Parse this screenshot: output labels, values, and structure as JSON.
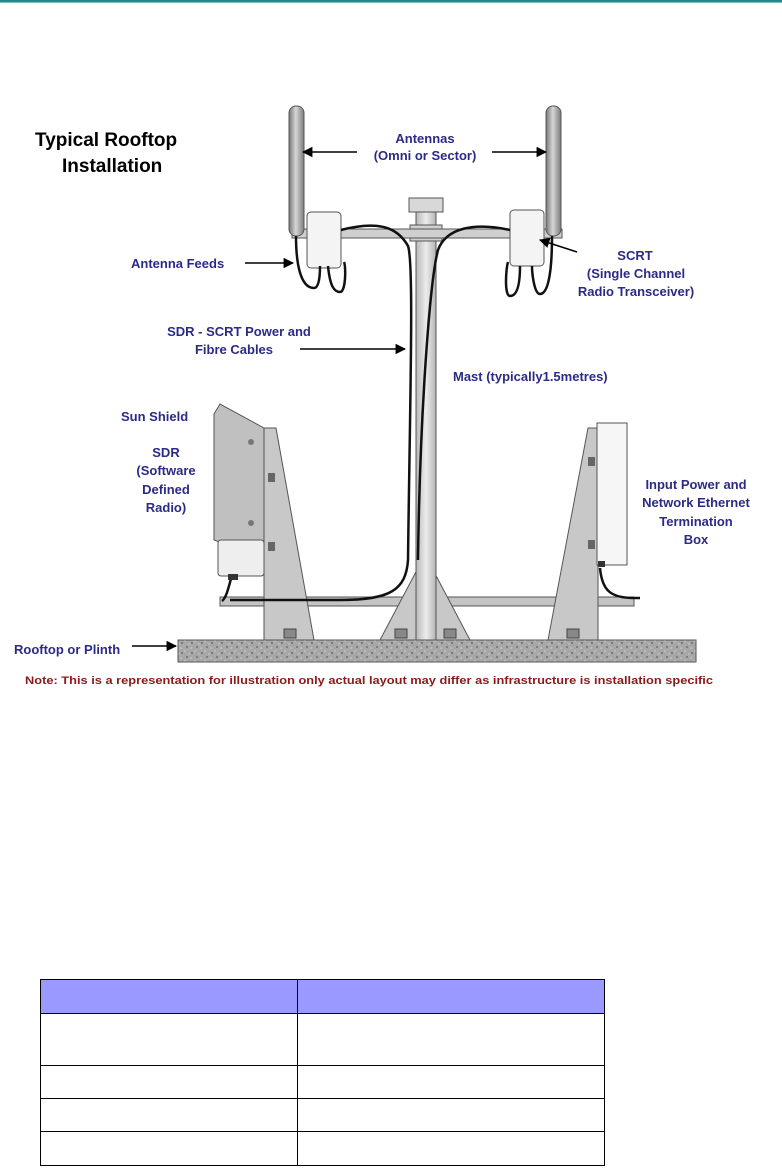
{
  "colors": {
    "header_rule": "#1a8a8a",
    "label_blue": "#2b2b87",
    "note_red": "#8b1a1a",
    "title_black": "#000000",
    "table_header": "#9999ff",
    "plinth": "#9a9a9a",
    "metal": "#c8c8c8"
  },
  "diagram": {
    "title_line1": "Typical Rooftop",
    "title_line2": "Installation",
    "antennas_line1": "Antennas",
    "antennas_line2": "(Omni or Sector)",
    "antenna_feeds": "Antenna Feeds",
    "scrt_line1": "SCRT",
    "scrt_line2": "(Single Channel",
    "scrt_line3": "Radio Transceiver)",
    "sdr_cables_line1": "SDR - SCRT Power and",
    "sdr_cables_line2": "Fibre Cables",
    "mast": "Mast (typically1.5metres)",
    "sun_shield": "Sun Shield",
    "sdr_line1": "SDR",
    "sdr_line2": "(Software",
    "sdr_line3": "Defined",
    "sdr_line4": "Radio)",
    "input_line1": "Input Power and",
    "input_line2": "Network Ethernet",
    "input_line3": "Termination",
    "input_line4": "Box",
    "rooftop": "Rooftop or Plinth",
    "note": "Note: This is a representation for illustration only actual layout may differ as infrastructure is installation specific"
  },
  "table": {
    "headers": [
      "",
      ""
    ],
    "rows": [
      [
        "",
        ""
      ],
      [
        "",
        ""
      ],
      [
        "",
        ""
      ],
      [
        "",
        ""
      ]
    ]
  }
}
